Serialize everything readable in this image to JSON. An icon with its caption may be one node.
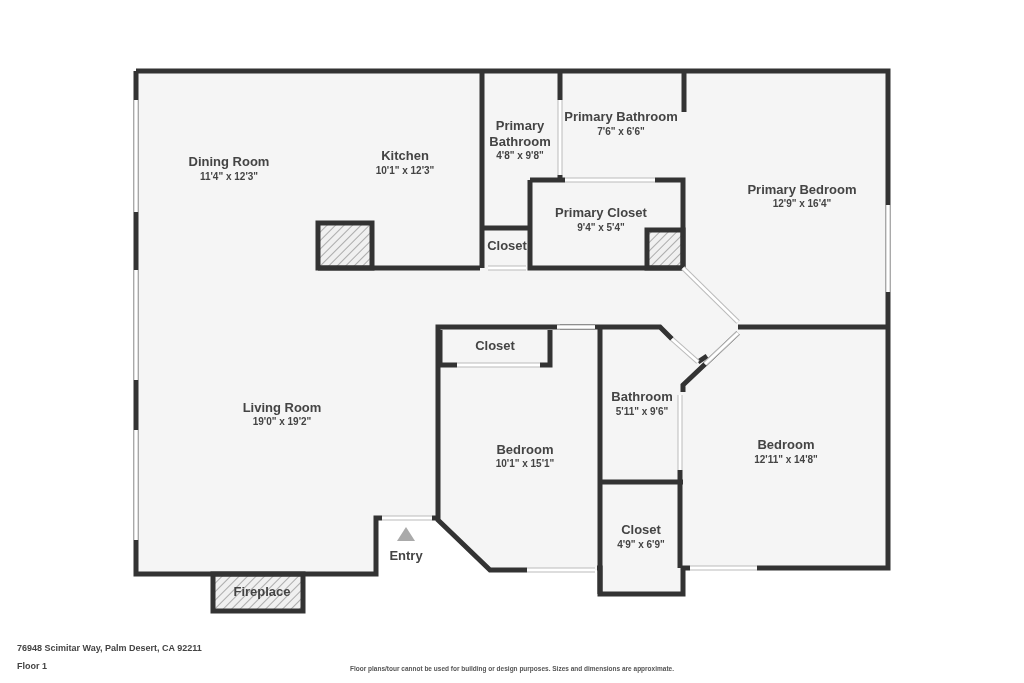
{
  "diagram": {
    "labels": [
      "Dining Room",
      "11'4\" x 12'3\"",
      "Kitchen",
      "10'1\" x 12'3\"",
      "Primary Bathroom",
      "4'8\" x 9'8\"",
      "Primary Bathroom",
      "7'6\" x 6'6\"",
      "Primary Bedroom",
      "12'9\" x 16'4\"",
      "Primary Closet",
      "9'4\" x 5'4\"",
      "Closet",
      "Closet",
      "Living Room",
      "19'0\" x 19'2\"",
      "Bathroom",
      "5'11\" x 9'6\"",
      "Bedroom",
      "10'1\" x 15'1\"",
      "Bedroom",
      "12'11\" x 14'8\"",
      "Closet",
      "4'9\" x 6'9\"",
      "Entry",
      "Fireplace",
      "76948 Scimitar Way, Palm Desert, CA 92211",
      "Floor 1",
      "Floor plans/tour cannot be used for building or design purposes. Sizes and dimensions are approximate."
    ]
  }
}
